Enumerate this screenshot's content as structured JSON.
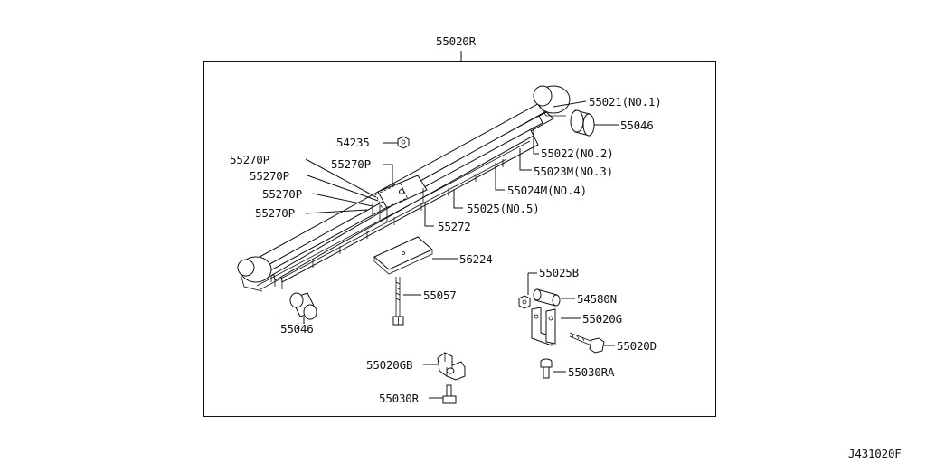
{
  "labels": {
    "assembly": "55020R",
    "leaf_no1": "55021(NO.1)",
    "bushing_front": "55046",
    "leaf_no2": "55022(NO.2)",
    "leaf_no3": "55023M(NO.3)",
    "leaf_no4": "55024M(NO.4)",
    "leaf_no5": "55025(NO.5)",
    "nut_top": "54235",
    "clip_1": "55270P",
    "clip_2": "55270P",
    "clip_3": "55270P",
    "clip_4": "55270P",
    "clip_center": "55270P",
    "clip_bolt": "55272",
    "pad": "56224",
    "center_bolt": "55057",
    "bushing_rear": "55046",
    "nut_small": "55025B",
    "collar": "54580N",
    "bracket_g": "55020G",
    "shackle_bolt": "55020D",
    "bolt_ra": "55030RA",
    "bracket_gb": "55020GB",
    "bolt_r": "55030R",
    "diagram_code": "J431020F"
  }
}
